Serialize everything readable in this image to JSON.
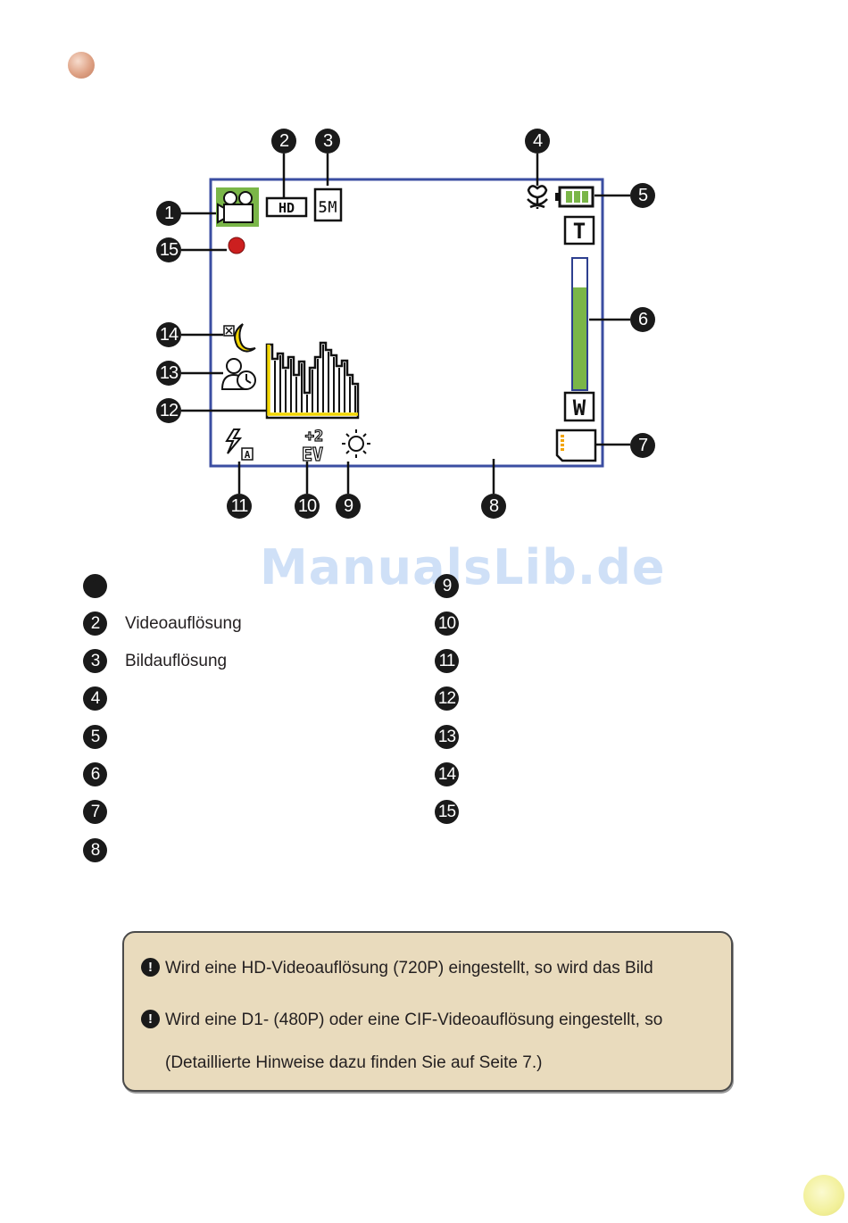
{
  "watermark": "ManualsLib.de",
  "callouts": [
    "1",
    "2",
    "3",
    "4",
    "5",
    "6",
    "7",
    "8",
    "9",
    "10",
    "11",
    "12",
    "13",
    "14",
    "15"
  ],
  "screen_icons": {
    "hd_label": "HD",
    "resolution_label": "5M",
    "zoom_tele_label": "T",
    "zoom_wide_label": "W",
    "ev_value": "+2",
    "ev_label": "EV",
    "flash_mode": "A",
    "zoom_level_fraction": 0.78
  },
  "legend": [
    {
      "num": "1",
      "text": ""
    },
    {
      "num": "2",
      "text": "Videoauflösung"
    },
    {
      "num": "3",
      "text": "Bildauflösung"
    },
    {
      "num": "4",
      "text": ""
    },
    {
      "num": "5",
      "text": ""
    },
    {
      "num": "6",
      "text": ""
    },
    {
      "num": "7",
      "text": ""
    },
    {
      "num": "8",
      "text": ""
    },
    {
      "num": "9",
      "text": ""
    },
    {
      "num": "10",
      "text": ""
    },
    {
      "num": "11",
      "text": ""
    },
    {
      "num": "12",
      "text": ""
    },
    {
      "num": "13",
      "text": ""
    },
    {
      "num": "14",
      "text": ""
    },
    {
      "num": "15",
      "text": ""
    }
  ],
  "note": {
    "bullet_symbol": "!",
    "line1": "Wird eine HD-Videoauflösung (720P) eingestellt, so wird das Bild",
    "line2": "Wird eine D1- (480P) oder eine CIF-Videoauflösung eingestellt, so",
    "line3": "(Detaillierte Hinweise dazu finden Sie auf Seite 7.)"
  },
  "colors": {
    "screen_border": "#3b4ea2",
    "green_accent": "#7ab648",
    "yellow_accent": "#f2d500",
    "record_red": "#cc1f1f",
    "note_background": "#e9dbbd"
  }
}
